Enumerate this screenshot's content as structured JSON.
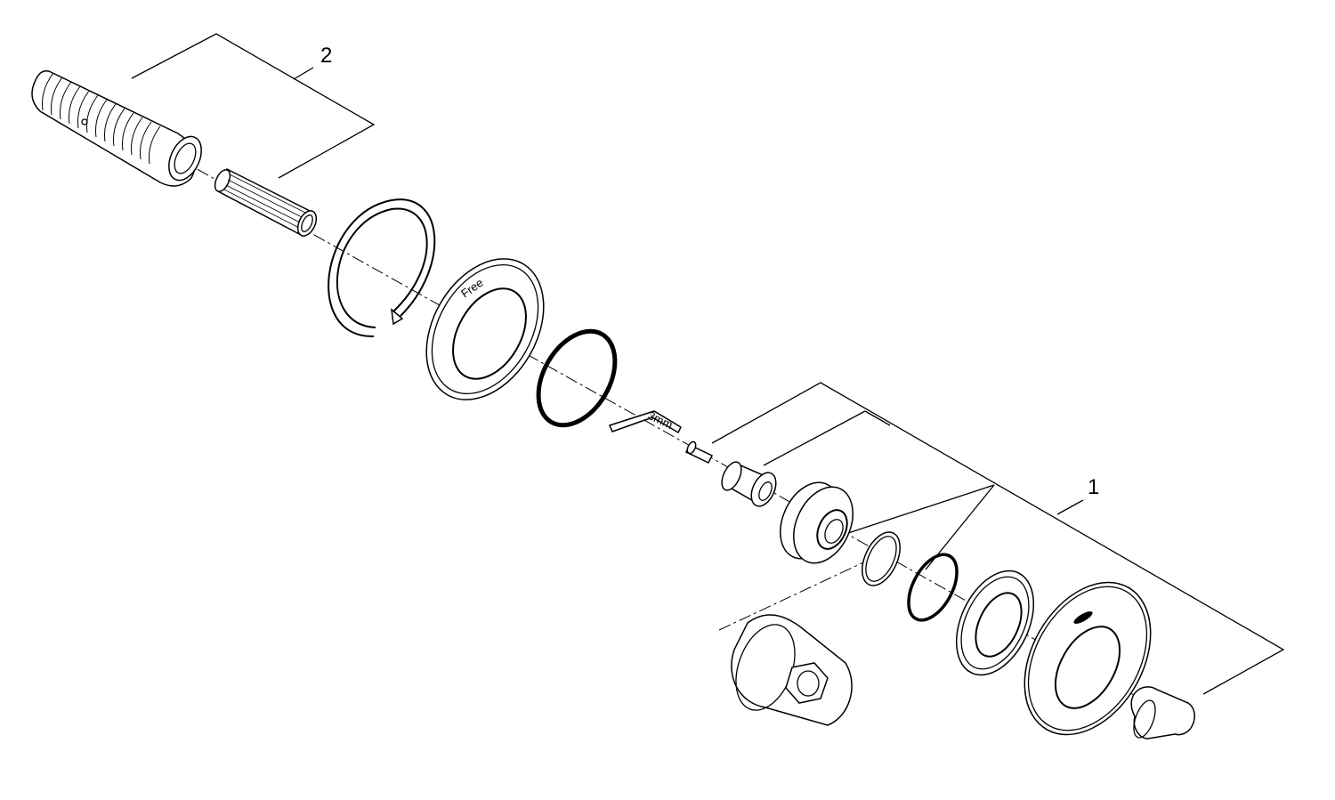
{
  "diagram": {
    "callouts": [
      {
        "number": "2"
      },
      {
        "number": "1"
      }
    ],
    "hex_key_label": "3mm",
    "plate_marking": "Free"
  }
}
